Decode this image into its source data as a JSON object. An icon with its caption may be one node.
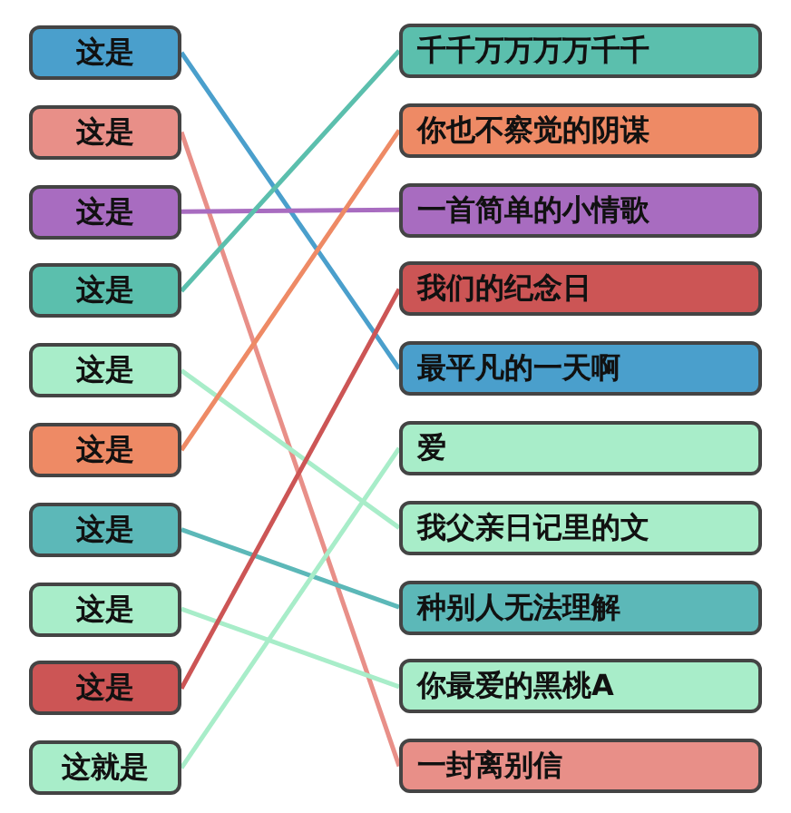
{
  "diagram": {
    "nodes": [
      {
        "text": [
          "这是"
        ]
      },
      {
        "text": [
          "这是"
        ]
      },
      {
        "text": [
          "这是"
        ]
      },
      {
        "text": [
          "这是"
        ]
      },
      {
        "text": [
          "这是"
        ]
      },
      {
        "text": [
          "这是"
        ]
      },
      {
        "text": [
          "这是"
        ]
      },
      {
        "text": [
          "这是"
        ]
      },
      {
        "text": [
          "这是"
        ]
      },
      {
        "text": [
          "这就是"
        ]
      },
      {
        "text": [
          "千千万万万万千千"
        ]
      },
      {
        "text": [
          "你也不察觉的阴谋"
        ]
      },
      {
        "text": [
          "一首简单的小情歌"
        ]
      },
      {
        "text": [
          "我们的纪念日"
        ]
      },
      {
        "text": [
          "最平凡的一天啊"
        ]
      },
      {
        "text": [
          "爱"
        ]
      },
      {
        "text": [
          "我父亲日记里的文"
        ]
      },
      {
        "text": [
          "种别人无法理解"
        ]
      },
      {
        "text": [
          "你最爱的黑桃A"
        ]
      },
      {
        "text": [
          "一封离别信"
        ]
      }
    ],
    "edges": [
      {
        "from": 0,
        "to": 14,
        "arrow": "none",
        "color": "#4a9fcc"
      },
      {
        "from": 1,
        "to": 19,
        "arrow": "none",
        "color": "#e88f88"
      },
      {
        "from": 2,
        "to": 12,
        "arrow": "none",
        "color": "#a86cc0"
      },
      {
        "from": 3,
        "to": 10,
        "arrow": "none",
        "color": "#5bbfad"
      },
      {
        "from": 4,
        "to": 16,
        "arrow": "none",
        "color": "#a8edc9"
      },
      {
        "from": 5,
        "to": 11,
        "arrow": "none",
        "color": "#ee8a65"
      },
      {
        "from": 6,
        "to": 17,
        "arrow": "none",
        "color": "#5cb8b8"
      },
      {
        "from": 7,
        "to": 18,
        "arrow": "none",
        "color": "#a8edc9"
      },
      {
        "from": 8,
        "to": 13,
        "arrow": "none",
        "color": "#cc5555"
      },
      {
        "from": 9,
        "to": 15,
        "arrow": "none",
        "color": "#a8edc9"
      }
    ]
  }
}
